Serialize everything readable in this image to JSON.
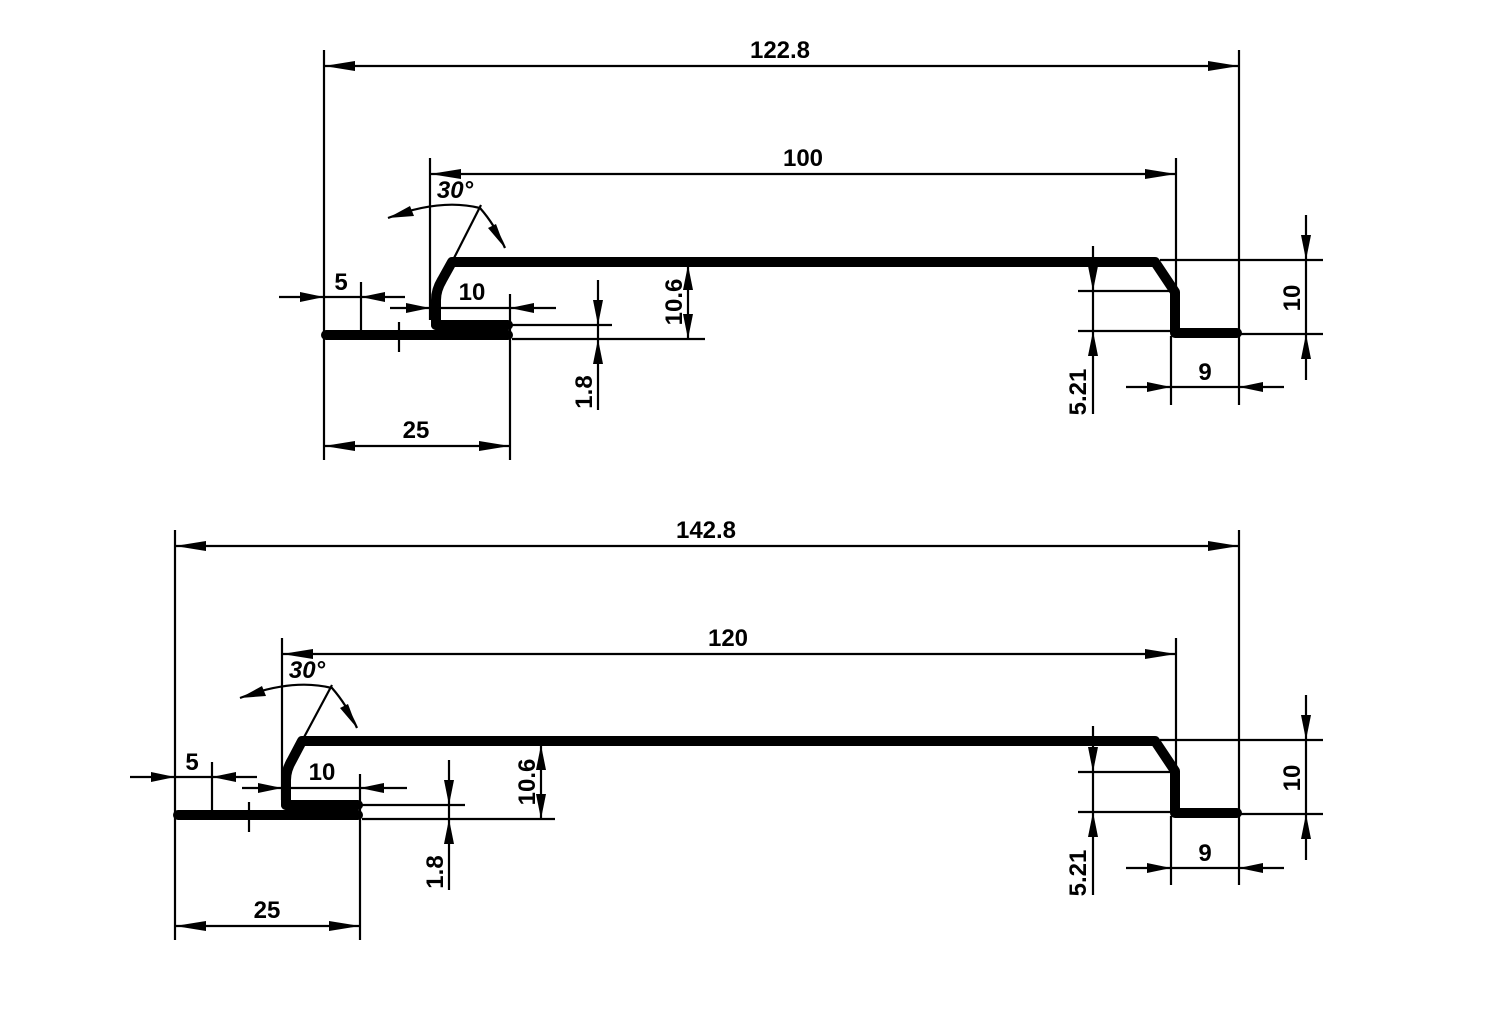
{
  "drawing": {
    "type": "technical drawing",
    "subject": "sheet metal profile cross-sections with dimensions",
    "line_color": "#000000",
    "background": "#ffffff"
  },
  "profiles": [
    {
      "name": "profile-top",
      "overall_width": "122.8",
      "inner_span": "100",
      "angle": "30°",
      "left_offset": "5",
      "hem_length": "10",
      "left_flange": "25",
      "height": "10.6",
      "thickness": "1.8",
      "right_step": "5.21",
      "right_flange": "9",
      "right_height": "10"
    },
    {
      "name": "profile-bottom",
      "overall_width": "142.8",
      "inner_span": "120",
      "angle": "30°",
      "left_offset": "5",
      "hem_length": "10",
      "left_flange": "25",
      "height": "10.6",
      "thickness": "1.8",
      "right_step": "5.21",
      "right_flange": "9",
      "right_height": "10"
    }
  ]
}
